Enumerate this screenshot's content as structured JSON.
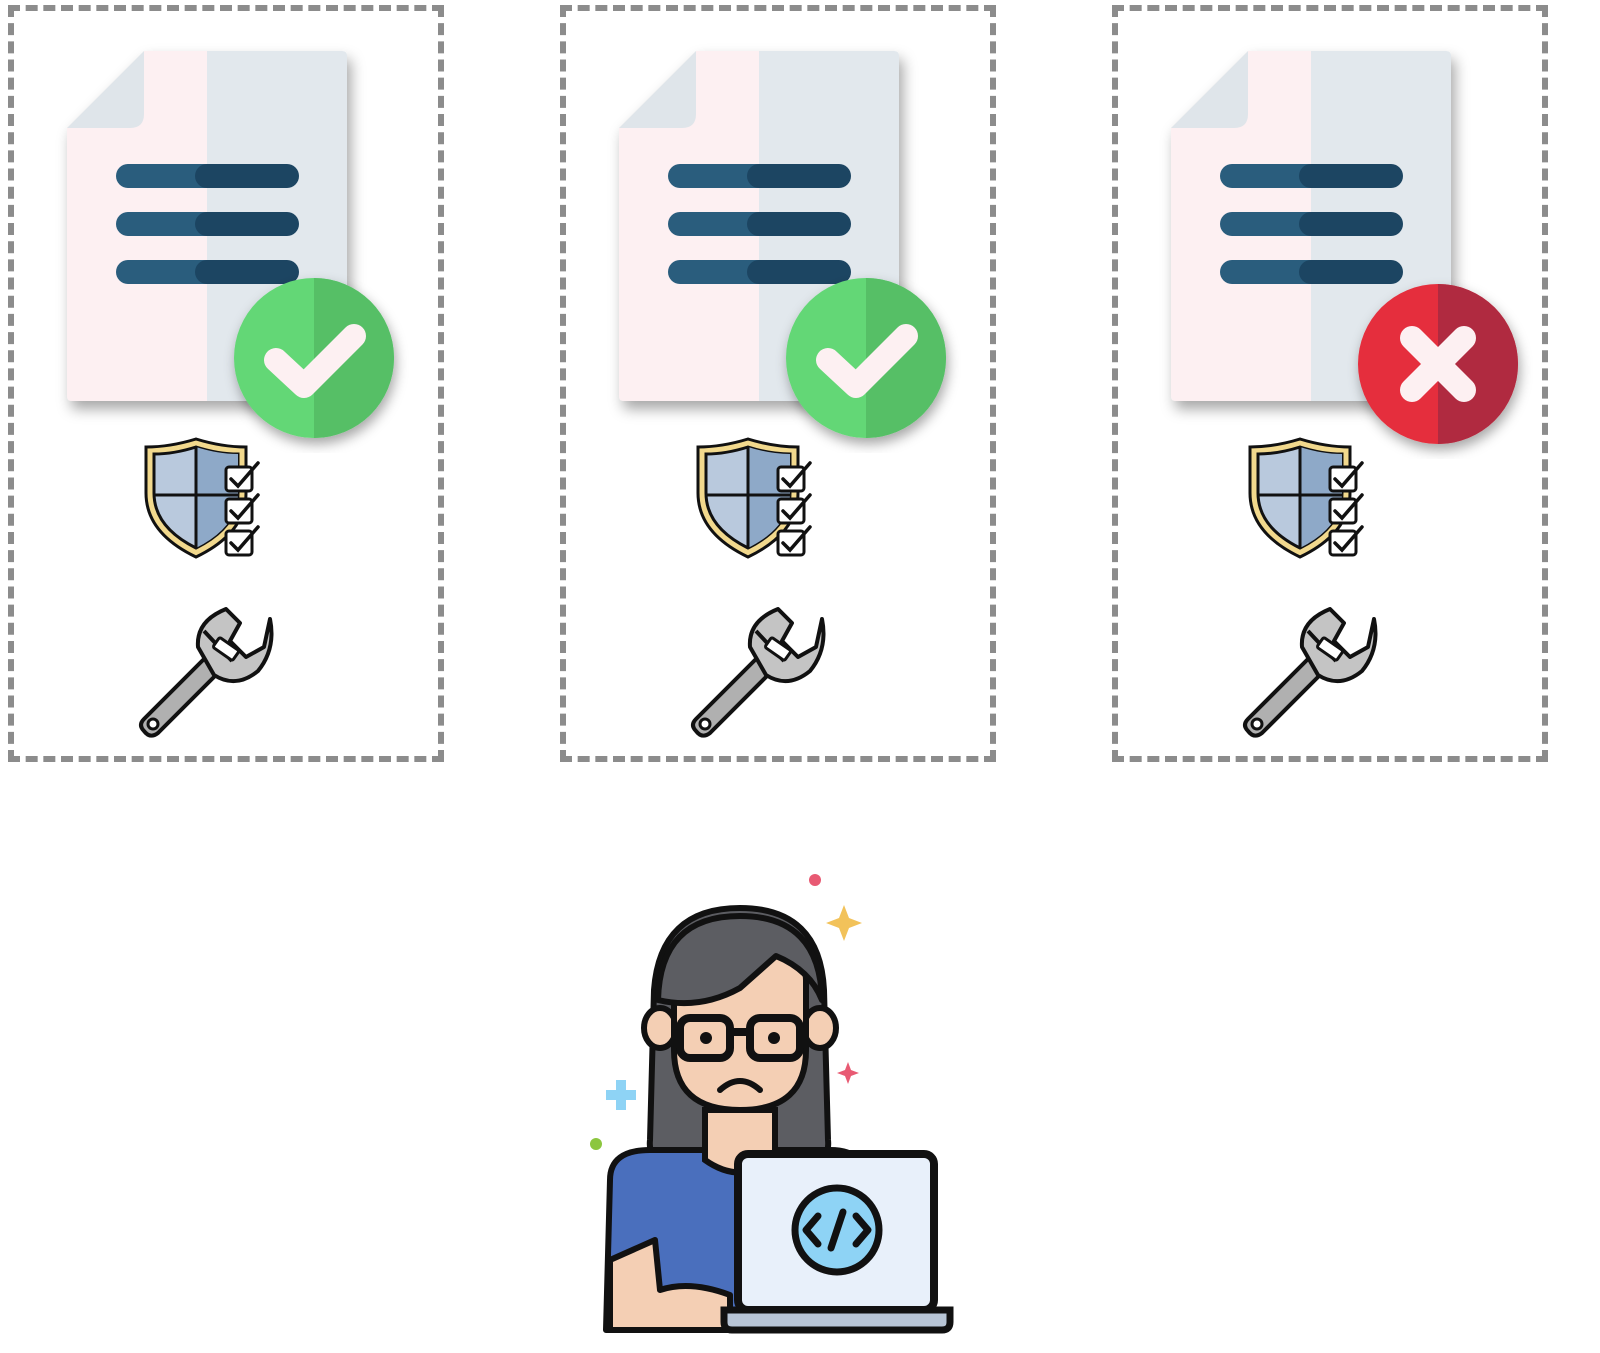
{
  "diagram": {
    "panels": [
      {
        "id": "panel-1",
        "status": "pass",
        "status_icon": "check-icon",
        "status_color": "#64d776"
      },
      {
        "id": "panel-2",
        "status": "pass",
        "status_icon": "check-icon",
        "status_color": "#64d776"
      },
      {
        "id": "panel-3",
        "status": "fail",
        "status_icon": "cross-icon",
        "status_color": "#e52f3d"
      }
    ],
    "panel_items": [
      "document-icon",
      "shield-checklist-icon",
      "wrench-icon"
    ],
    "bottom_figure": {
      "icon": "developer-with-laptop-icon",
      "screen_icon": "code-icon",
      "mood": "sad"
    },
    "colors": {
      "border": "#8c8c8c",
      "document_light": "#fdf0f2",
      "document_dark": "#e2e8ed",
      "lines": "#2a5d7d",
      "pass_green": "#64d776",
      "fail_red": "#e52f3d",
      "shirt_blue": "#4a6fbd",
      "hair_gray": "#5c5d62",
      "skin": "#f4cfb4"
    }
  }
}
